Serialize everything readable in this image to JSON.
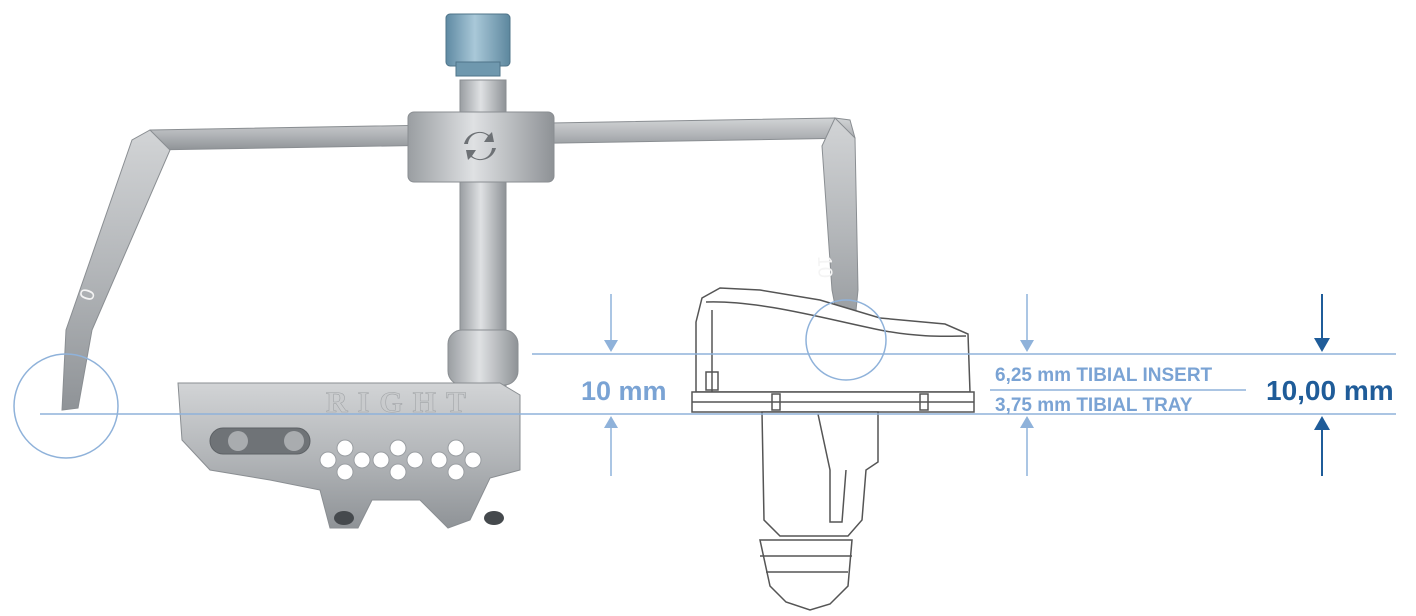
{
  "instrument": {
    "engraving": "RIGHT",
    "left_arm_mark": "0",
    "right_arm_mark": "10"
  },
  "annotations": {
    "left_gap_label": "10 mm",
    "insert_label": "6,25 mm TIBIAL INSERT",
    "tray_label": "3,75 mm TIBIAL TRAY",
    "total_label": "10,00 mm"
  },
  "colors": {
    "line_light_blue": "#8fb2da",
    "label_light_blue": "#7aa3d4",
    "label_dark_blue": "#1f5c99",
    "metal": "#b7babd",
    "metal_dark": "#8c9094",
    "cap_blue": "#7fa6bd",
    "sketch_line": "#555555"
  }
}
